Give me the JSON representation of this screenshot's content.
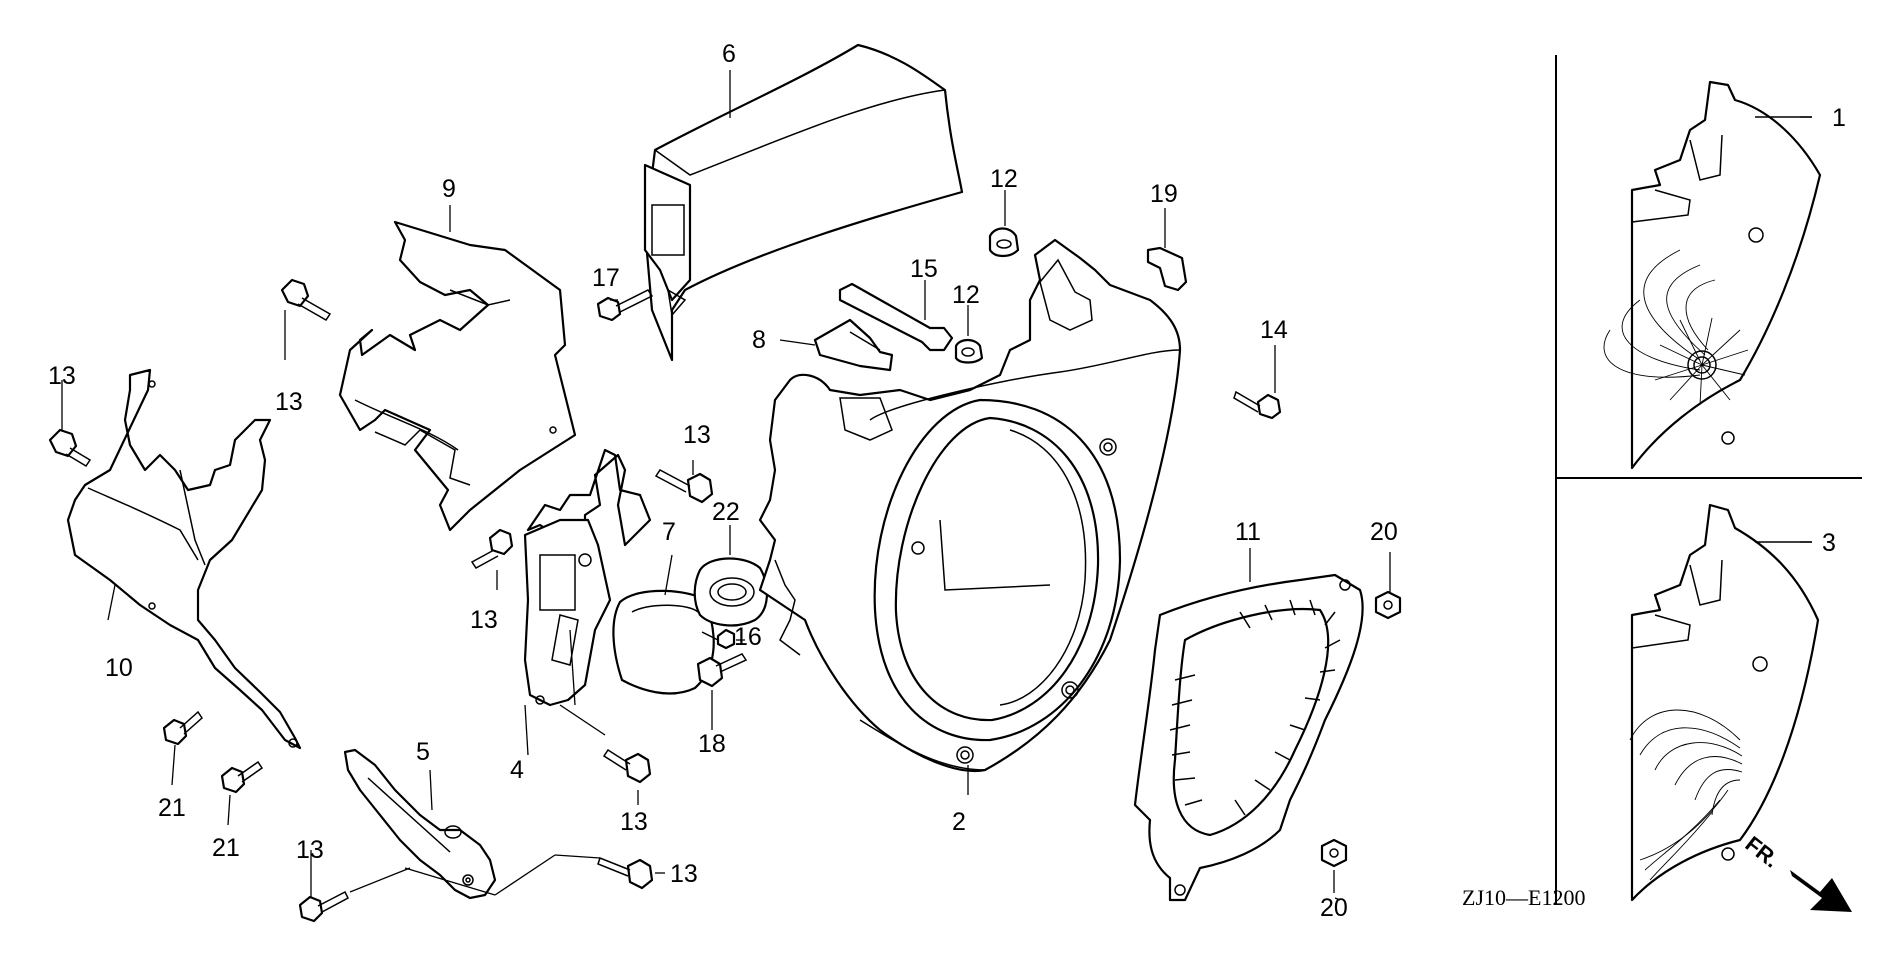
{
  "labels": {
    "p1": "1",
    "p2": "2",
    "p3": "3",
    "p4": "4",
    "p5": "5",
    "p6": "6",
    "p7": "7",
    "p8": "8",
    "p9": "9",
    "p10": "10",
    "p11": "11",
    "p12a": "12",
    "p12b": "12",
    "p13a": "13",
    "p13b": "13",
    "p13c": "13",
    "p13d": "13",
    "p13e": "13",
    "p13f": "13",
    "p13g": "13",
    "p14": "14",
    "p15": "15",
    "p16": "16",
    "p17": "17",
    "p18": "18",
    "p19": "19",
    "p20a": "20",
    "p20b": "20",
    "p21a": "21",
    "p21b": "21",
    "p22": "22"
  },
  "diagram_code": "ZJ10—E1200",
  "front_arrow_label": "FR."
}
